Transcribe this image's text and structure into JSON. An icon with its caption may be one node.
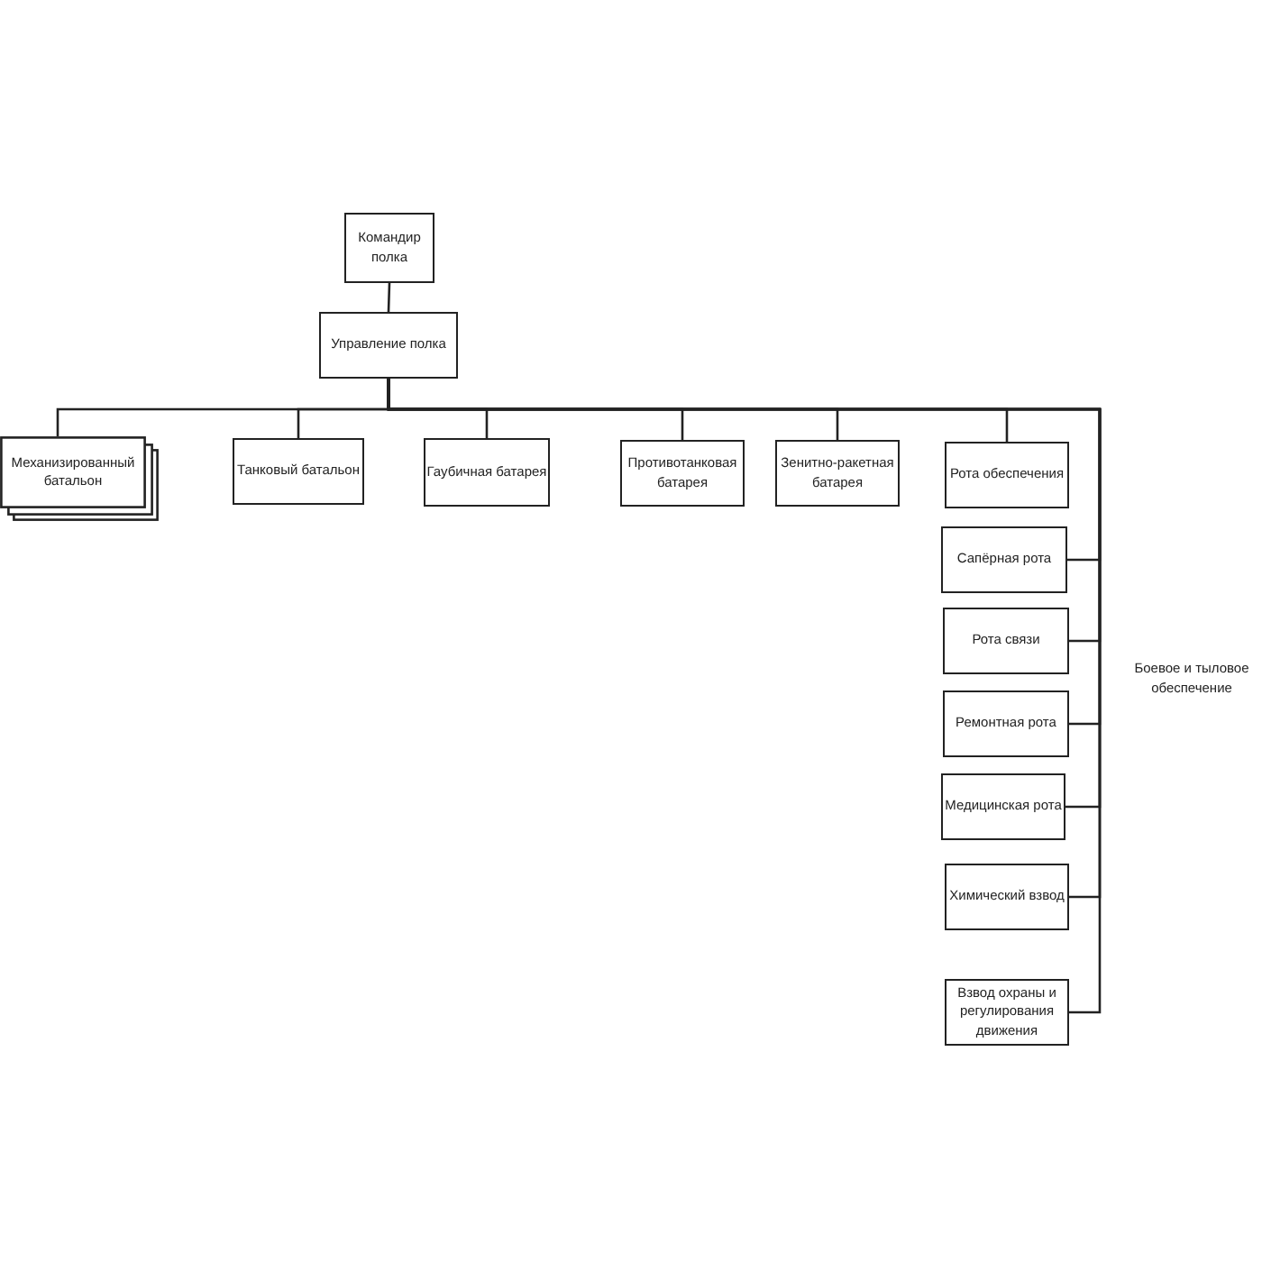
{
  "diagram": {
    "nodes": [
      {
        "text": [
          "Командир полка"
        ]
      },
      {
        "text": [
          "Управление полка"
        ]
      },
      {
        "text": [
          "Механизированный батальон"
        ]
      },
      {
        "text": [
          "Танковый батальон"
        ]
      },
      {
        "text": [
          "Гаубичная батарея"
        ]
      },
      {
        "text": [
          "Противотанковая батарея"
        ]
      },
      {
        "text": [
          "Зенитно-ракетная батарея"
        ]
      },
      {
        "text": [
          "Рота обеспечения"
        ]
      },
      {
        "text": [
          "Сапёрная рота"
        ]
      },
      {
        "text": [
          "Рота связи"
        ]
      },
      {
        "text": [
          "Ремонтная рота"
        ]
      },
      {
        "text": [
          "Медицинская рота"
        ]
      },
      {
        "text": [
          "Химический взвод"
        ]
      },
      {
        "text": [
          "Взвод охраны и регулирования движения"
        ]
      }
    ],
    "edges": [
      {
        "from": 0,
        "to": 1,
        "arrow": "none"
      },
      {
        "from": 1,
        "to": 2,
        "arrow": "none"
      },
      {
        "from": 1,
        "to": 3,
        "arrow": "none"
      },
      {
        "from": 1,
        "to": 4,
        "arrow": "none"
      },
      {
        "from": 1,
        "to": 5,
        "arrow": "none"
      },
      {
        "from": 1,
        "to": 6,
        "arrow": "none"
      },
      {
        "from": 1,
        "to": 7,
        "arrow": "none"
      },
      {
        "from": 1,
        "to": 8,
        "arrow": "none"
      },
      {
        "from": 1,
        "to": 9,
        "arrow": "none"
      },
      {
        "from": 1,
        "to": 10,
        "arrow": "none"
      },
      {
        "from": 1,
        "to": 11,
        "arrow": "none"
      },
      {
        "from": 1,
        "to": 12,
        "arrow": "none"
      },
      {
        "from": 1,
        "to": 13,
        "arrow": "none"
      }
    ],
    "labels": [
      "Боевое и тыловое обеспечение"
    ]
  }
}
